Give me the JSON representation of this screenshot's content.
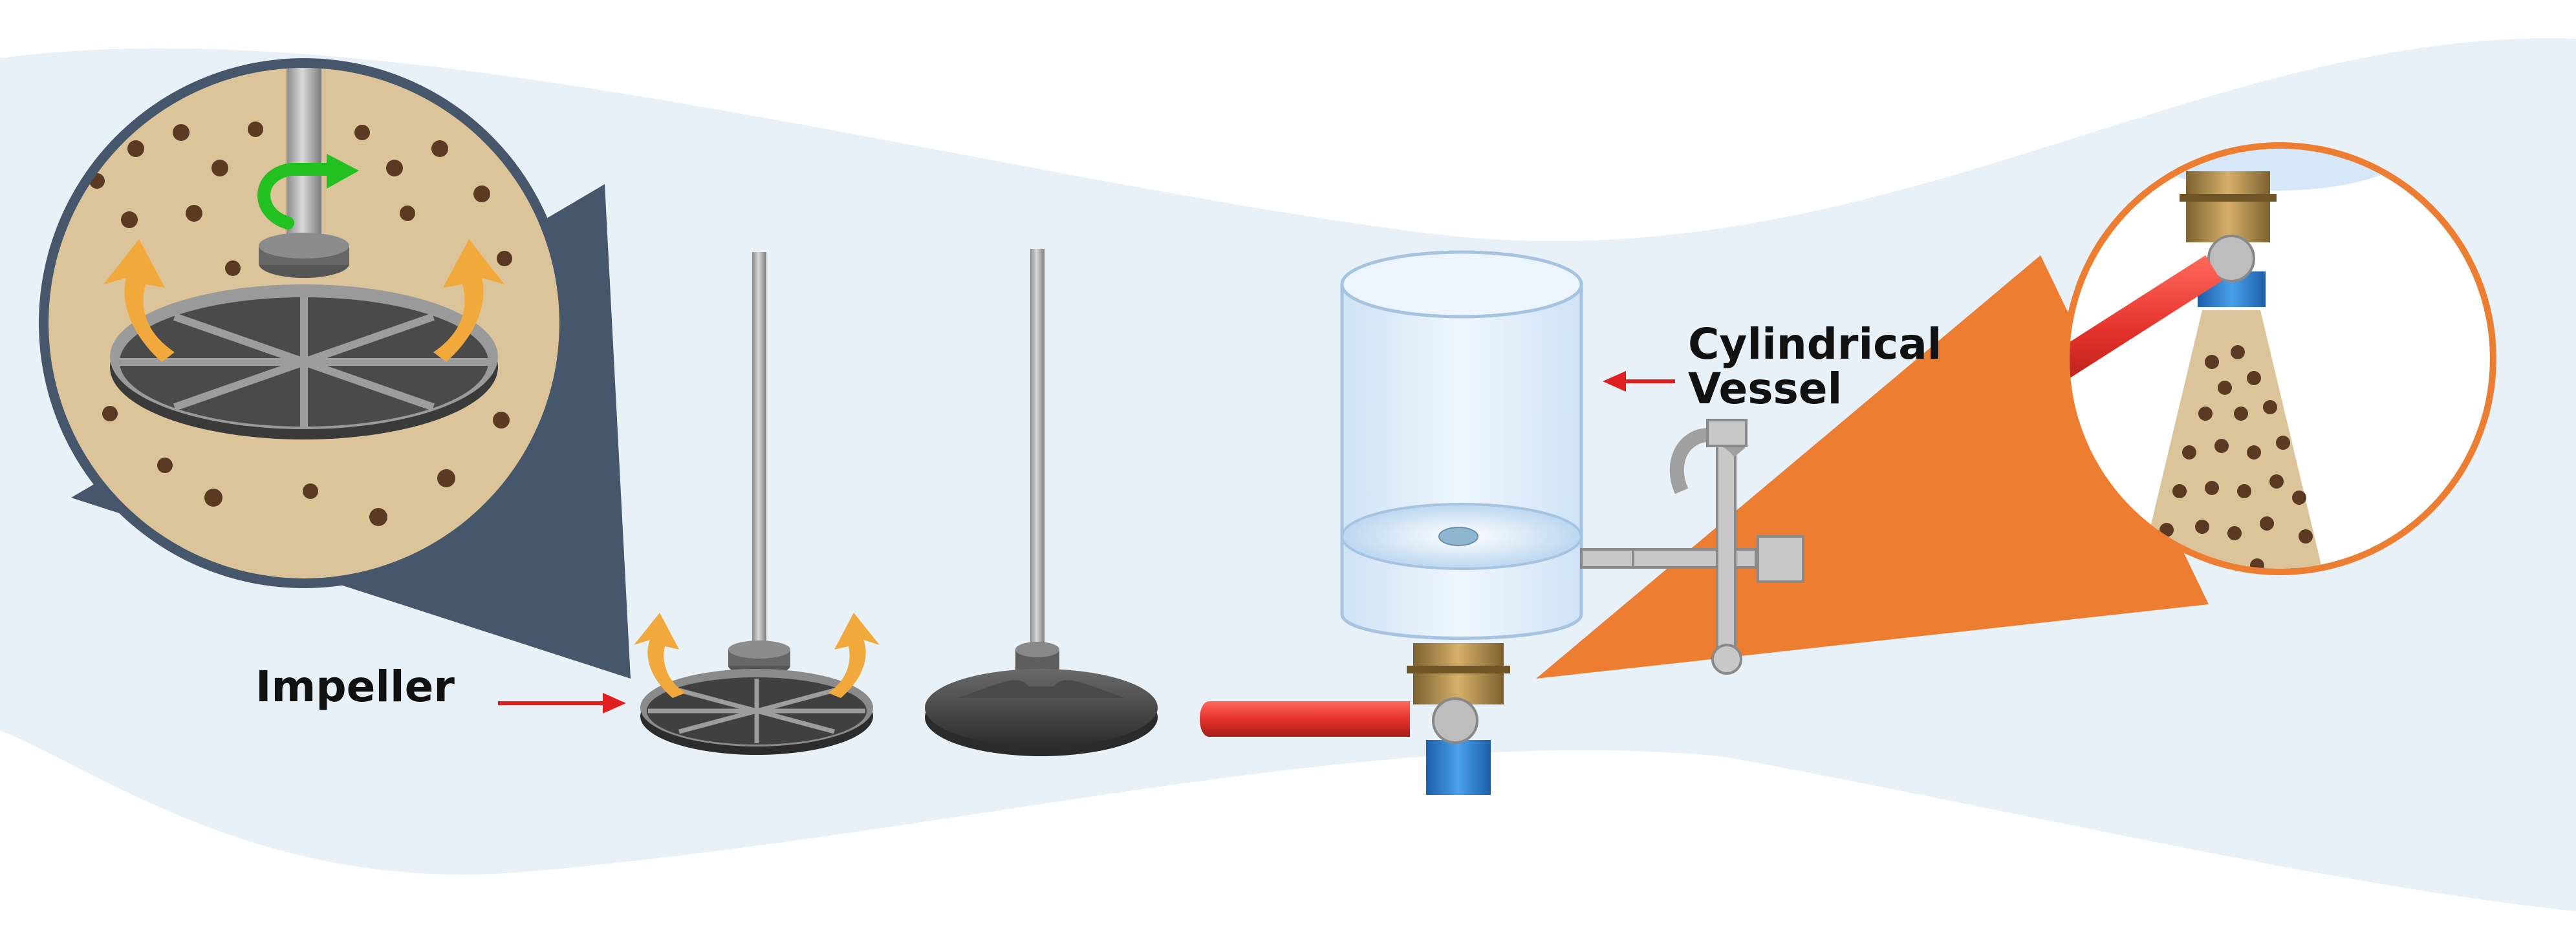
{
  "labels": {
    "impeller": "Impeller",
    "vessel_line1": "Cylindrical",
    "vessel_line2": "Vessel"
  },
  "colors": {
    "background_band": "#e8f0f8",
    "callout_left_fill": "#46566b",
    "callout_right_fill": "#ed7d31",
    "slurry": "#dcc49a",
    "particle": "#5a3a22",
    "flow_arrow": "#f2a93b",
    "rotation_arrow": "#22c020",
    "pointer_arrow": "#e02020",
    "valve_handle": "#e4322b",
    "valve_brass": "#b8924a",
    "valve_blue": "#2e7fd0"
  },
  "icons": {
    "rotation": "rotation-arrow-icon",
    "flow": "flow-arrow-icon"
  }
}
